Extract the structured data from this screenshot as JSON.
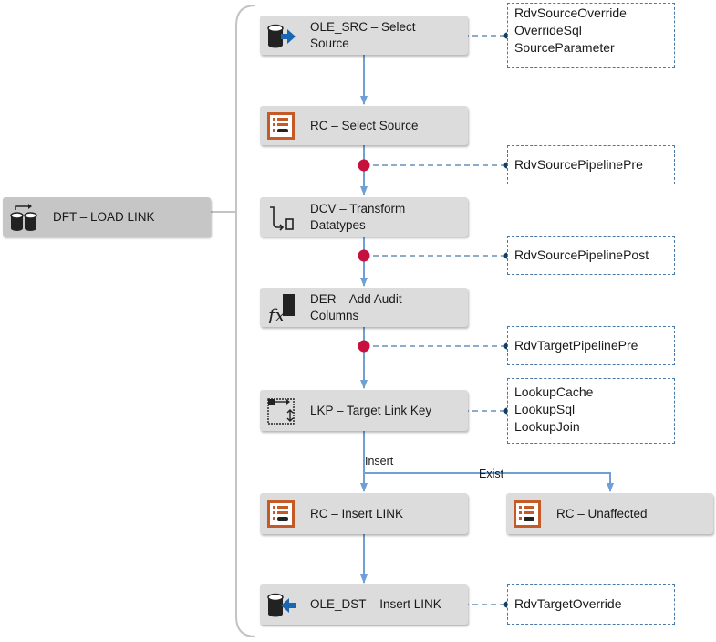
{
  "dft": {
    "label": "DFT – LOAD LINK"
  },
  "components": {
    "ole_src": {
      "line1": "OLE_SRC – Select",
      "line2": "Source"
    },
    "rc_select": {
      "label": "RC – Select Source"
    },
    "dcv": {
      "line1": "DCV – Transform",
      "line2": "Datatypes"
    },
    "der": {
      "line1": "DER – Add Audit",
      "line2": "Columns"
    },
    "lkp": {
      "label": "LKP – Target Link Key"
    },
    "rc_insert": {
      "label": "RC – Insert LINK"
    },
    "rc_unaffected": {
      "label": "RC – Unaffected"
    },
    "ole_dst": {
      "label": "OLE_DST – Insert LINK"
    }
  },
  "parameters": {
    "source": [
      "RdvSourceOverride",
      "OverrideSql",
      "SourceParameter"
    ],
    "pipeline_pre": [
      "RdvSourcePipelinePre"
    ],
    "pipeline_post": [
      "RdvSourcePipelinePost"
    ],
    "target_pre": [
      "RdvTargetPipelinePre"
    ],
    "lookup": [
      "LookupCache",
      "LookupSql",
      "LookupJoin"
    ],
    "target_override": [
      "RdvTargetOverride"
    ]
  },
  "paths": {
    "insert": "Insert",
    "exist": "Exist"
  },
  "colors": {
    "arrow": "#6f9fd4",
    "dot": "#c8103e",
    "dash": "#4a7aa8",
    "connector": "#123f66",
    "box": "#dcdcdc"
  }
}
